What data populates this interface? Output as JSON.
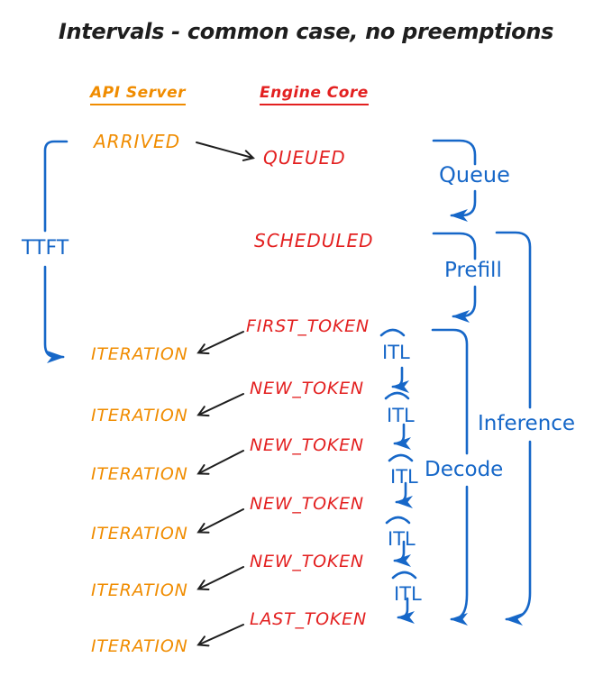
{
  "title": "Intervals - common case, no preemptions",
  "columns": {
    "api_server": "API Server",
    "engine_core": "Engine Core"
  },
  "api_events": {
    "arrived": "ARRIVED",
    "iterations": [
      "ITERATION",
      "ITERATION",
      "ITERATION",
      "ITERATION",
      "ITERATION",
      "ITERATION"
    ]
  },
  "engine_events": {
    "queued": "QUEUED",
    "scheduled": "SCHEDULED",
    "first_token": "FIRST_TOKEN",
    "new_tokens": [
      "NEW_TOKEN",
      "NEW_TOKEN",
      "NEW_TOKEN",
      "NEW_TOKEN"
    ],
    "last_token": "LAST_TOKEN"
  },
  "intervals": {
    "ttft": "TTFT",
    "queue": "Queue",
    "prefill": "Prefill",
    "itl": [
      "ITL",
      "ITL",
      "ITL",
      "ITL",
      "ITL"
    ],
    "decode": "Decode",
    "inference": "Inference"
  },
  "colors": {
    "api": "#f08c00",
    "engine": "#e32020",
    "interval": "#1667c8",
    "ink": "#1e1e1e",
    "background": "#ffffff"
  }
}
